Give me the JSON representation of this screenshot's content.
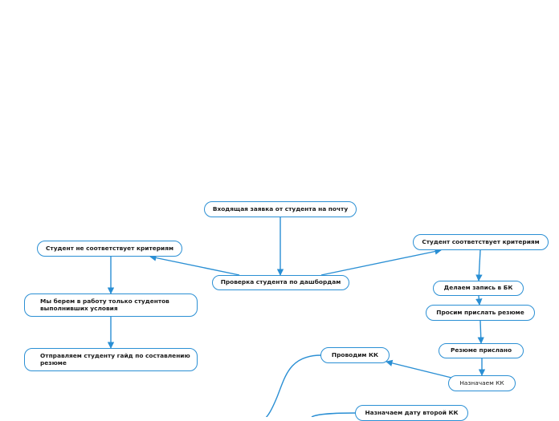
{
  "nodes": {
    "incoming_request": "Входящая заявка от студента на почту",
    "check_dashboards": "Проверка студента по дашбордам",
    "not_meets_criteria": "Студент не соответствует критериям",
    "meets_criteria": "Студент соответствует критериям",
    "only_completed": "Мы берем в работу только студентов выполнивших условия",
    "send_guide": "Отправляем студенту гайд по составлению резюме",
    "record_bk": "Делаем запись в БК",
    "ask_resume": "Просим прислать резюме",
    "resume_sent": "Резюме прислано",
    "assign_kk": "Назначаем КК",
    "conduct_kk": "Проводим КК",
    "second_kk_date": "Назначаем дату второй КК"
  },
  "colors": {
    "line": "#2a8fd4",
    "node_border": "#2a8fd4",
    "node_fill": "#ffffff",
    "text": "#1a1a1a"
  }
}
